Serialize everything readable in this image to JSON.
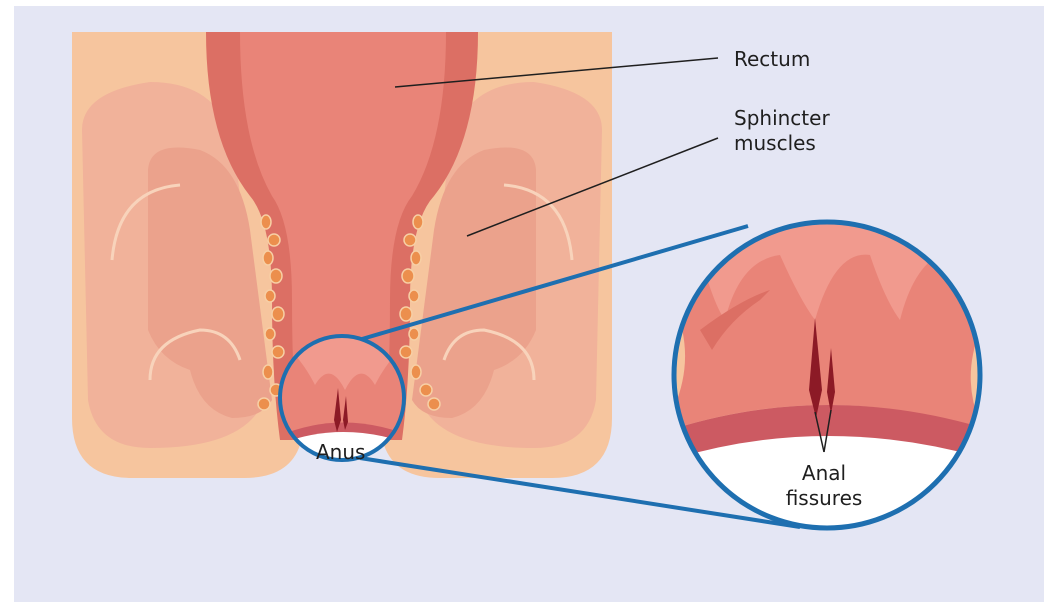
{
  "labels": {
    "rectum": "Rectum",
    "sphincter_line1": "Sphincter",
    "sphincter_line2": "muscles",
    "anus": "Anus",
    "fissure_line1": "Anal",
    "fissure_line2": "fissures"
  },
  "colors": {
    "background": "#e4e6f4",
    "skin": "#f6c59e",
    "muscle_light": "#f1b29a",
    "muscle_mid": "#eba28c",
    "rectum_wall": "#dc6f64",
    "rectum_lumen": "#e98478",
    "anal_canal_band": "#cc5a62",
    "fissure": "#8c1a26",
    "fat_deposit": "#ec8f4d",
    "magnifier_ring": "#1e6fb0",
    "leader_line": "#1f1f1f"
  }
}
